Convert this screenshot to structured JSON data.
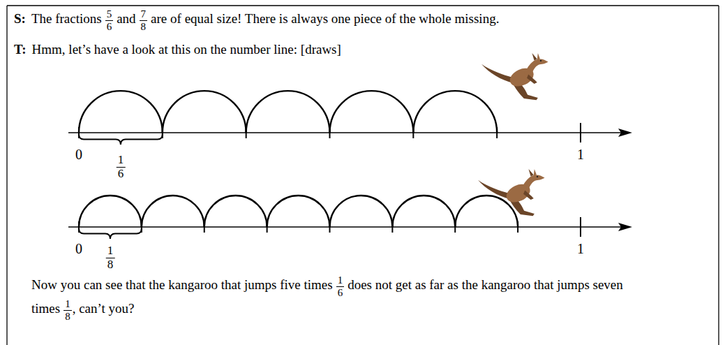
{
  "diagram": {
    "labels": [
      "S:",
      "The fractions",
      "5",
      "6",
      "and",
      "7",
      "8",
      "are of equal size! There is always one piece of the whole missing.",
      "T:",
      "Hmm, let’s have a look at this on the number line: [draws]",
      "0",
      "1",
      "6",
      "1",
      "0",
      "1",
      "8",
      "1",
      "Now you can see that the kangaroo that jumps five times",
      "1",
      "6",
      "does not get as far as the kangaroo that jumps seven times",
      "1",
      "8",
      ", can’t you?"
    ]
  }
}
